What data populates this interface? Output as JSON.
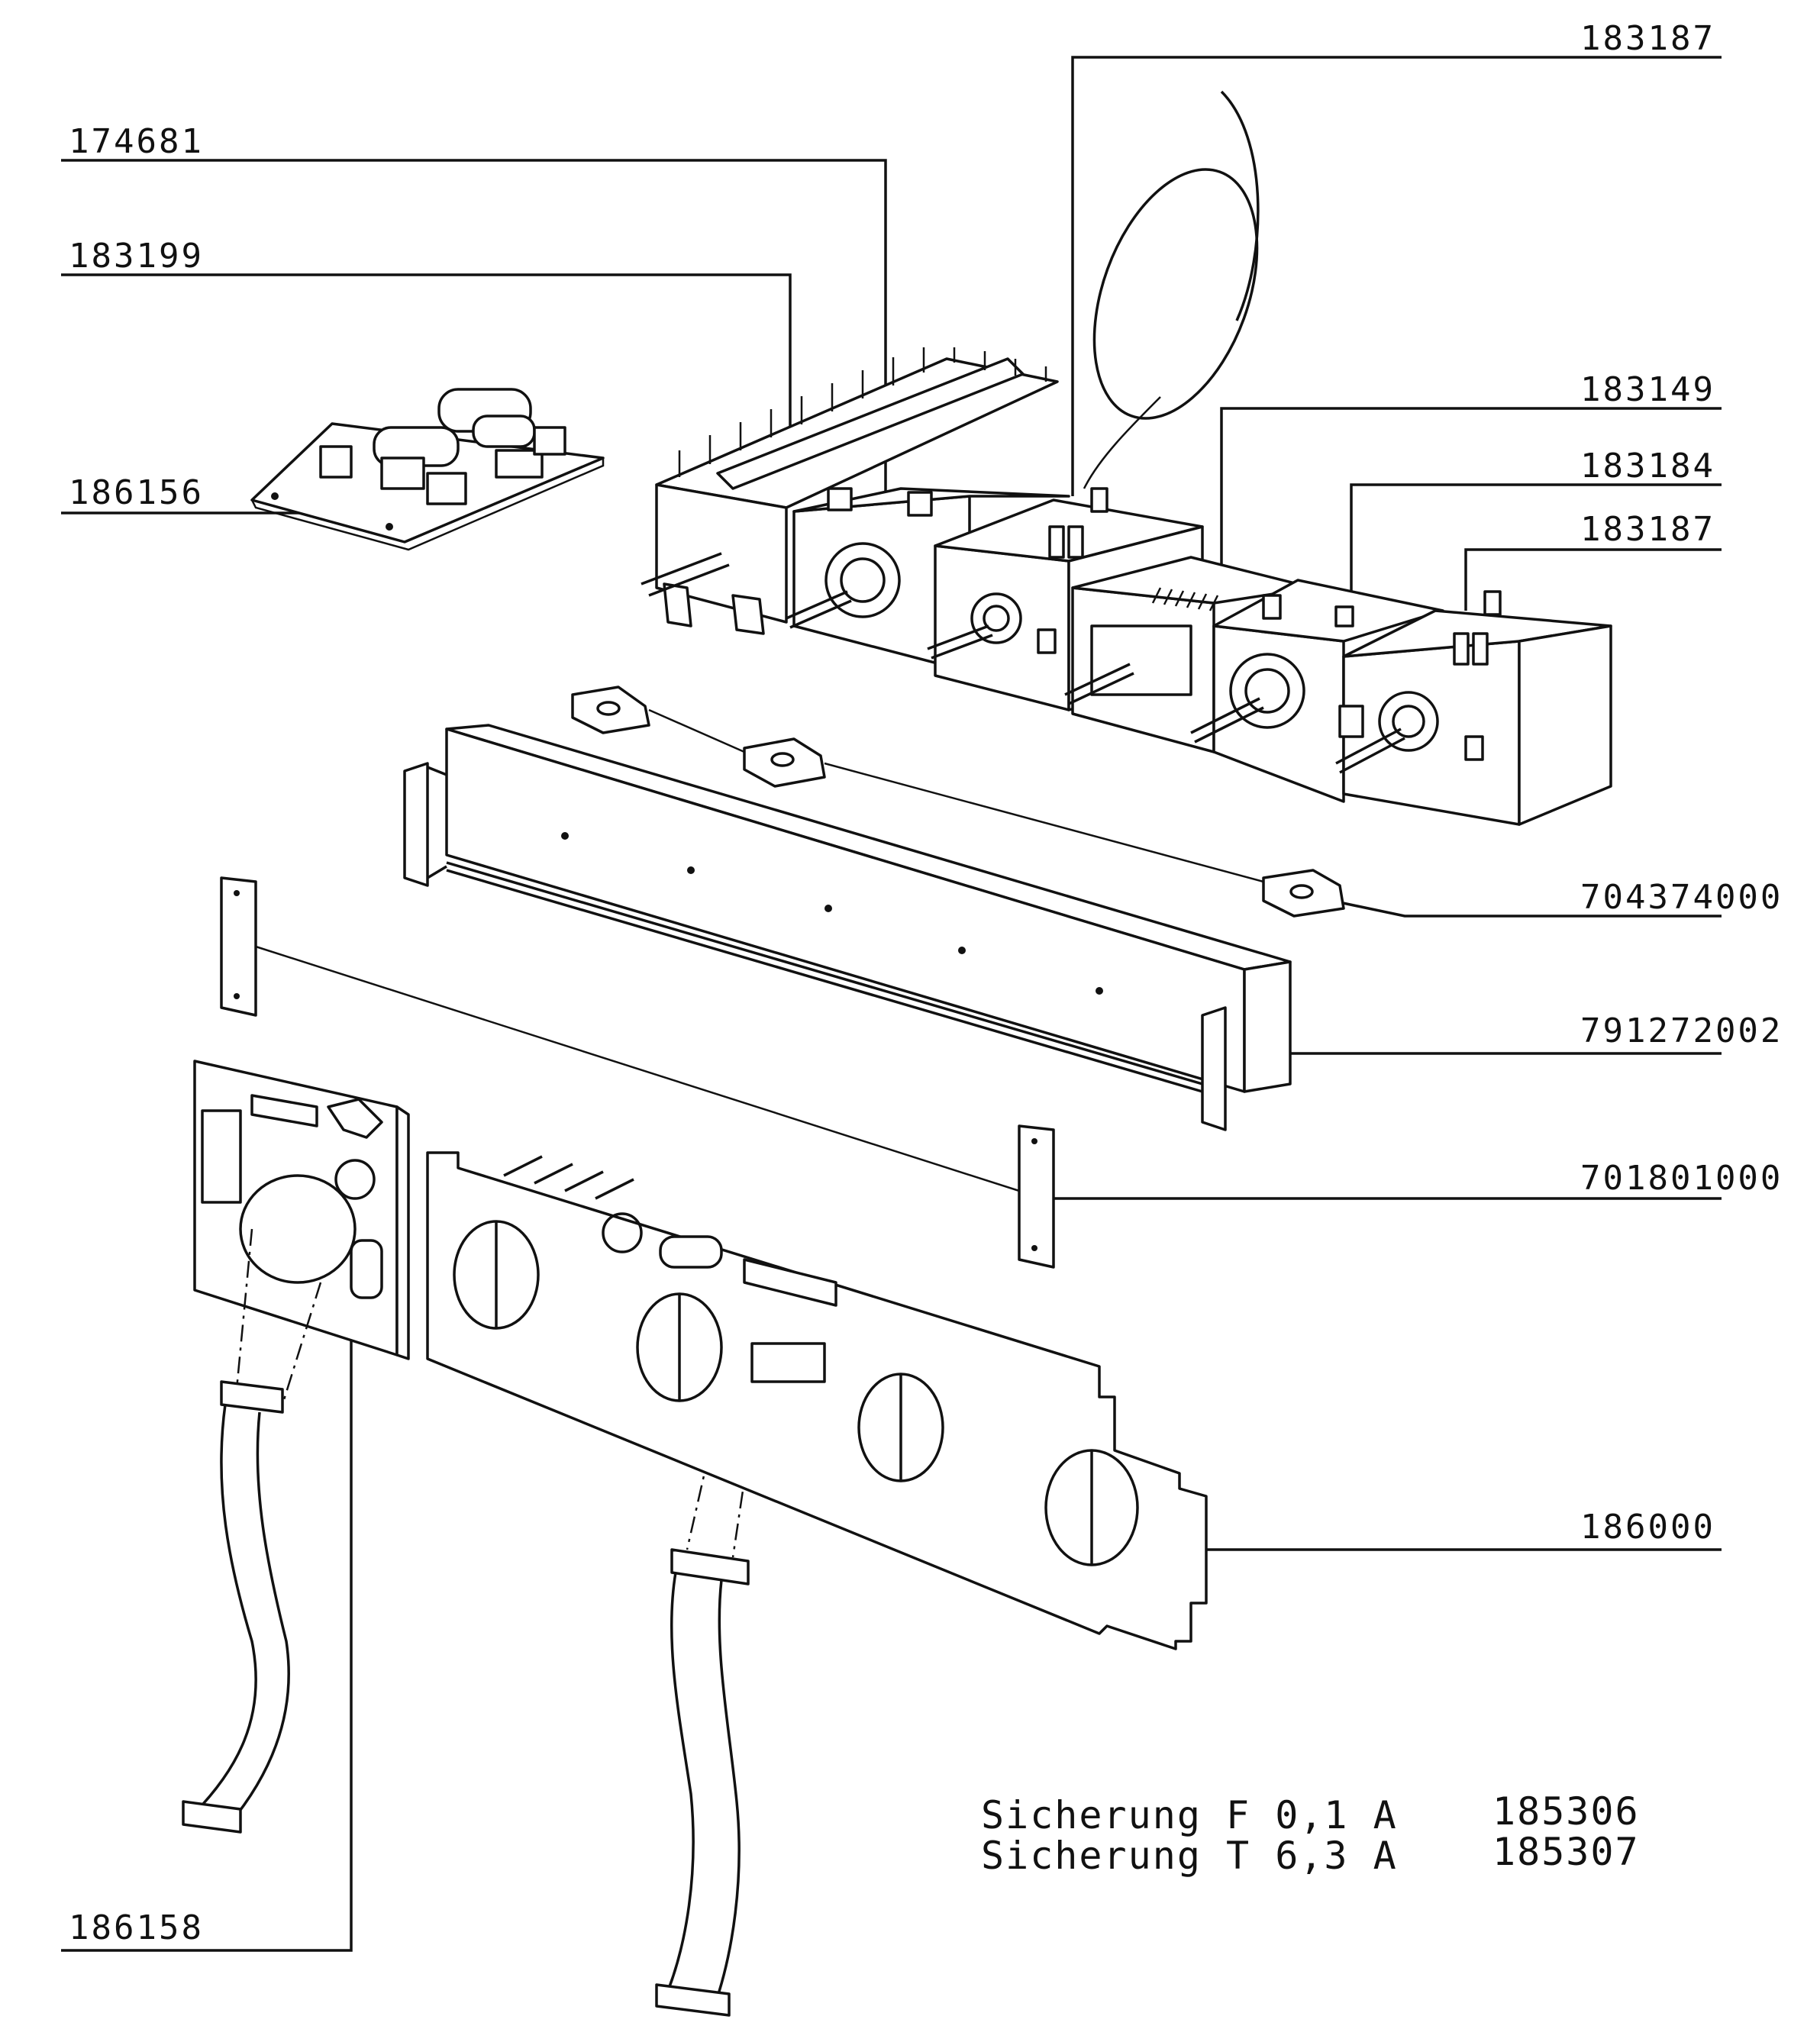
{
  "part_labels": [
    {
      "id": "183187_top",
      "text": "183187"
    },
    {
      "id": "174681",
      "text": "174681"
    },
    {
      "id": "183199",
      "text": "183199"
    },
    {
      "id": "186156",
      "text": "186156"
    },
    {
      "id": "183149",
      "text": "183149"
    },
    {
      "id": "183184",
      "text": "183184"
    },
    {
      "id": "183187_right",
      "text": "183187"
    },
    {
      "id": "704374000",
      "text": "704374000"
    },
    {
      "id": "791272002",
      "text": "791272002"
    },
    {
      "id": "701801000",
      "text": "701801000"
    },
    {
      "id": "186000",
      "text": "186000"
    },
    {
      "id": "186158",
      "text": "186158"
    }
  ],
  "fuse_table": [
    {
      "name": "Sicherung F 0,1 A",
      "part": "185306"
    },
    {
      "name": "Sicherung T 6,3 A",
      "part": "185307"
    }
  ]
}
